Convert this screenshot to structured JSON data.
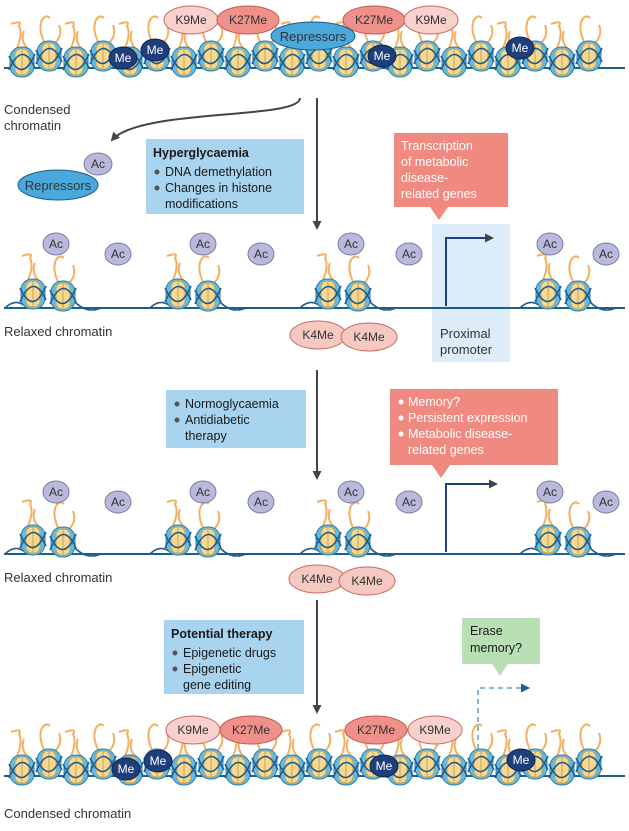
{
  "marks": {
    "k9me": "K9Me",
    "k27me": "K27Me",
    "k4me": "K4Me",
    "me": "Me",
    "ac": "Ac",
    "repressors": "Repressors"
  },
  "labels": {
    "condensed_top": [
      "Condensed",
      "chromatin"
    ],
    "relaxed_1": "Relaxed chromatin",
    "relaxed_2": "Relaxed chromatin",
    "condensed_bottom": "Condensed chromatin",
    "proximal_promoter": [
      "Proximal",
      "promoter"
    ]
  },
  "boxes": {
    "hyperglycaemia": {
      "title": "Hyperglycaemia",
      "items": [
        "DNA demethylation",
        "Changes in histone",
        "modifications"
      ]
    },
    "normoglycaemia": {
      "items": [
        "Normoglycaemia",
        "Antidiabetic",
        "therapy"
      ]
    },
    "potential_therapy": {
      "title": "Potential therapy",
      "items": [
        "Epigenetic drugs",
        "Epigenetic",
        "gene editing"
      ]
    },
    "transcription": {
      "lines": [
        "Transcription",
        "of metabolic",
        "disease-",
        "related genes"
      ]
    },
    "memory": {
      "items": [
        "Memory?",
        "Persistent expression",
        "Metabolic disease-",
        "related genes"
      ]
    },
    "erase": {
      "lines": [
        "Erase",
        "memory?"
      ]
    }
  },
  "colors": {
    "blue_box": "#a9d4f0",
    "salmon_box": "#f08a80",
    "green_box": "#b9dfb4",
    "k27me_fill": "#f0908a",
    "k9me_fill": "#f8d0cc",
    "k4me_fill": "#f6c8c2",
    "me_fill": "#1f3f7a",
    "ac_fill": "#b9b9dc",
    "repressor_fill": "#4aa8dc",
    "dna_line": "#1f5d8a",
    "histone_blue": "#62bbe2",
    "histone_yellow": "#f8d890",
    "tail_orange": "#f4b060",
    "promoter_highlight": "#dcecf8"
  }
}
